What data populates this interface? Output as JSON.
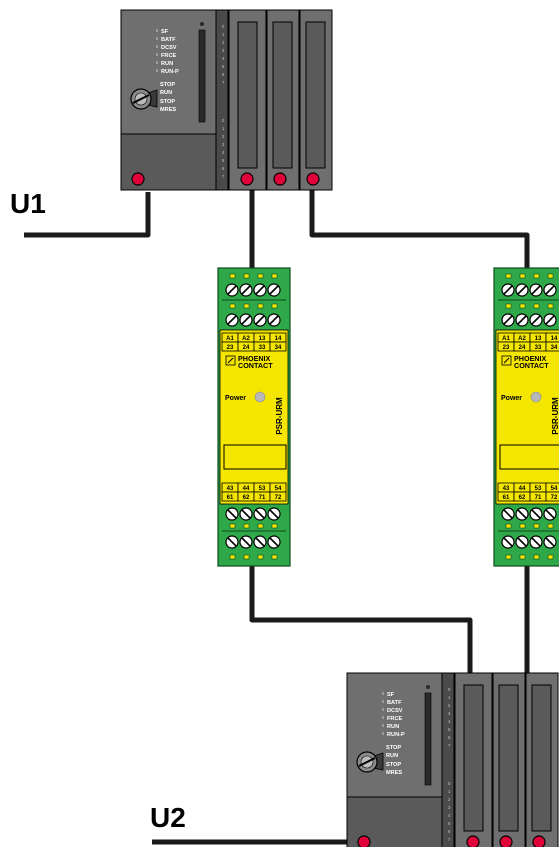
{
  "labels": {
    "u1": "U1",
    "u2": "U2"
  },
  "plc": {
    "leds": [
      "SF",
      "BATF",
      "DCSV",
      "FRCE",
      "RUN",
      "RUN-P"
    ],
    "switch_labels": [
      "STOP",
      "RUN",
      "STOP",
      "MRES"
    ],
    "io_numbers": [
      "0",
      "1",
      "2",
      "3",
      "4",
      "5",
      "6",
      "7"
    ]
  },
  "relay": {
    "terminal_row_1": [
      "A1",
      "A2",
      "13",
      "14"
    ],
    "terminal_row_2": [
      "23",
      "24",
      "33",
      "34"
    ],
    "terminal_row_3": [
      "43",
      "44",
      "53",
      "54"
    ],
    "terminal_row_4": [
      "61",
      "62",
      "71",
      "72"
    ],
    "brand_line_1": "PHOENIX",
    "brand_line_2": "CONTACT",
    "power_label": "Power",
    "model": "PSR-URM"
  },
  "colors": {
    "plc_body": "#6f6f6f",
    "relay_yellow": "#f5e600",
    "terminal_green": "#2fa84a",
    "indicator_red": "#e0003a",
    "wire": "#1a1a1a"
  }
}
